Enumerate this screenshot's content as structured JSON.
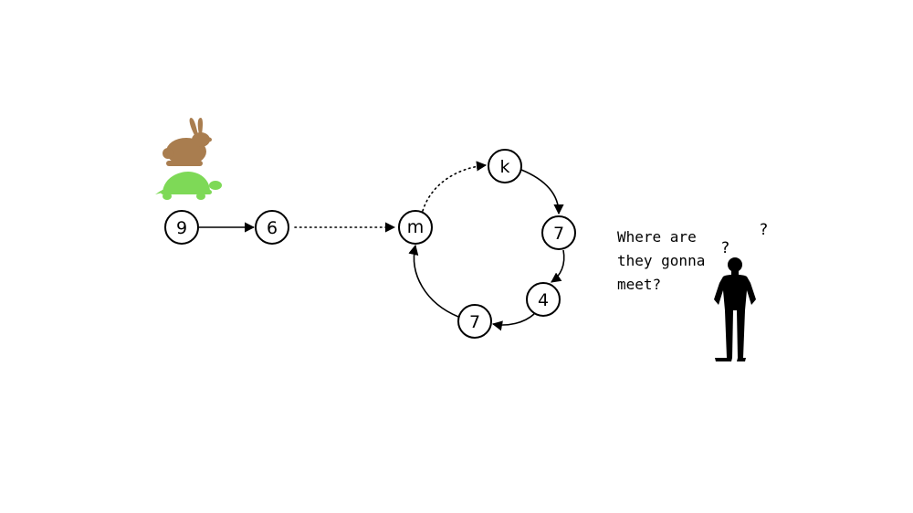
{
  "nodes": {
    "n9": "9",
    "n6": "6",
    "nm": "m",
    "nk": "k",
    "n7a": "7",
    "n4": "4",
    "n7b": "7"
  },
  "caption": {
    "line1": "Where are",
    "line2": "they gonna",
    "line3": "meet?"
  },
  "thought": {
    "q1": "?",
    "q2": "?"
  },
  "colors": {
    "rabbit": "#a97d4f",
    "turtle": "#7ed957",
    "stroke": "#000000"
  },
  "icons": [
    "rabbit-icon",
    "turtle-icon",
    "person-icon"
  ]
}
